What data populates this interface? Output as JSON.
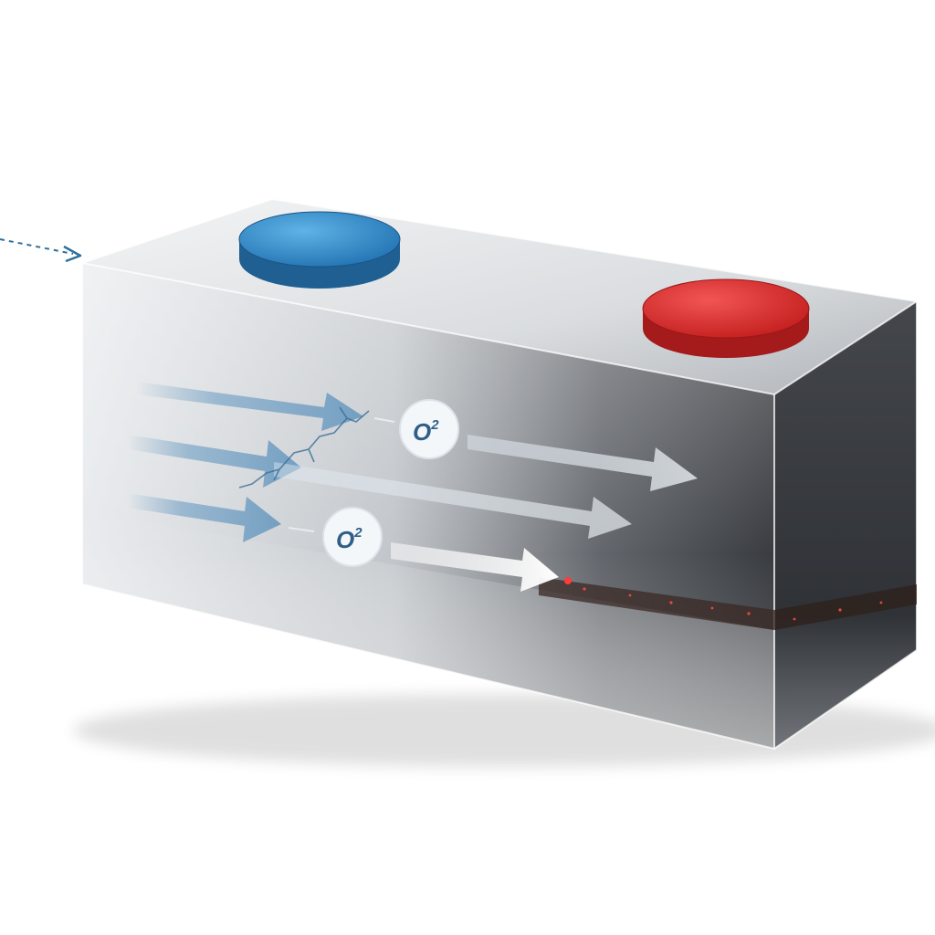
{
  "diagram": {
    "labels": {
      "ion_upper": "O",
      "ion_upper_sup": "2",
      "ion_lower": "O",
      "ion_lower_sup": "2"
    },
    "terminals": {
      "negative_color": "#2f7fbf",
      "positive_color": "#d42a2a"
    },
    "colors": {
      "box_front_light": "#d9dde0",
      "box_front_dark": "#3a3d42",
      "box_side": "#2b2e33",
      "box_top": "#e6e8ea",
      "arrow_blue": "#6f9cc0",
      "arrow_light": "#c8d6e0",
      "crack_line": "#4a2a22",
      "hot_spot": "#e33b3b",
      "incoming_arrow": "#2e6f9e"
    }
  }
}
